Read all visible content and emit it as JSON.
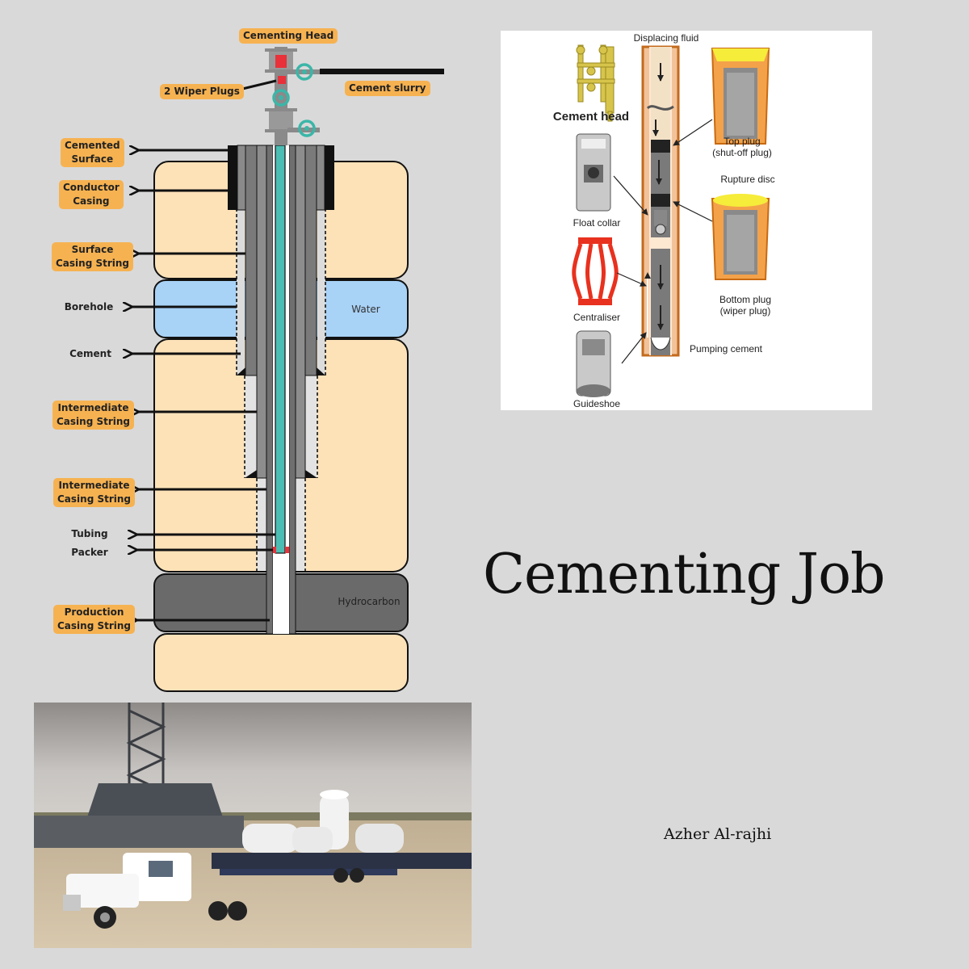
{
  "well_diagram": {
    "cementing_head": "Cementing Head",
    "wiper_plugs": "2 Wiper Plugs",
    "cement_slurry": "Cement slurry",
    "cemented_surface": "Cemented\nSurface",
    "conductor_casing": "Conductor\nCasing",
    "surface_casing": "Surface\nCasing String",
    "borehole": "Borehole",
    "cement": "Cement",
    "intermediate_casing_1": "Intermediate\nCasing String",
    "intermediate_casing_2": "Intermediate\nCasing String",
    "tubing": "Tubing",
    "packer": "Packer",
    "production_casing": "Production\nCasing String",
    "zone_water": "Water",
    "zone_hydrocarbon": "Hydrocarbon",
    "colors": {
      "formation": "#fde2b8",
      "water": "#a8d2f6",
      "hydrocarbon": "#6a6a6a",
      "casing": "#7a7a7a",
      "tubing": "#4cbdb3",
      "label_bg": "#f6b251",
      "packer": "#e8313a"
    }
  },
  "equipment_panel": {
    "displacing_fluid": "Displacing fluid",
    "cement_head": "Cement head",
    "float_collar": "Float collar",
    "centraliser": "Centraliser",
    "guideshoe": "Guideshoe",
    "top_plug": "Top plug\n(shut-off plug)",
    "rupture_disc": "Rupture disc",
    "bottom_plug": "Bottom plug\n(wiper plug)",
    "pumping_cement": "Pumping cement"
  },
  "title": "Cementing Job",
  "author": "Azher Al-rajhi"
}
